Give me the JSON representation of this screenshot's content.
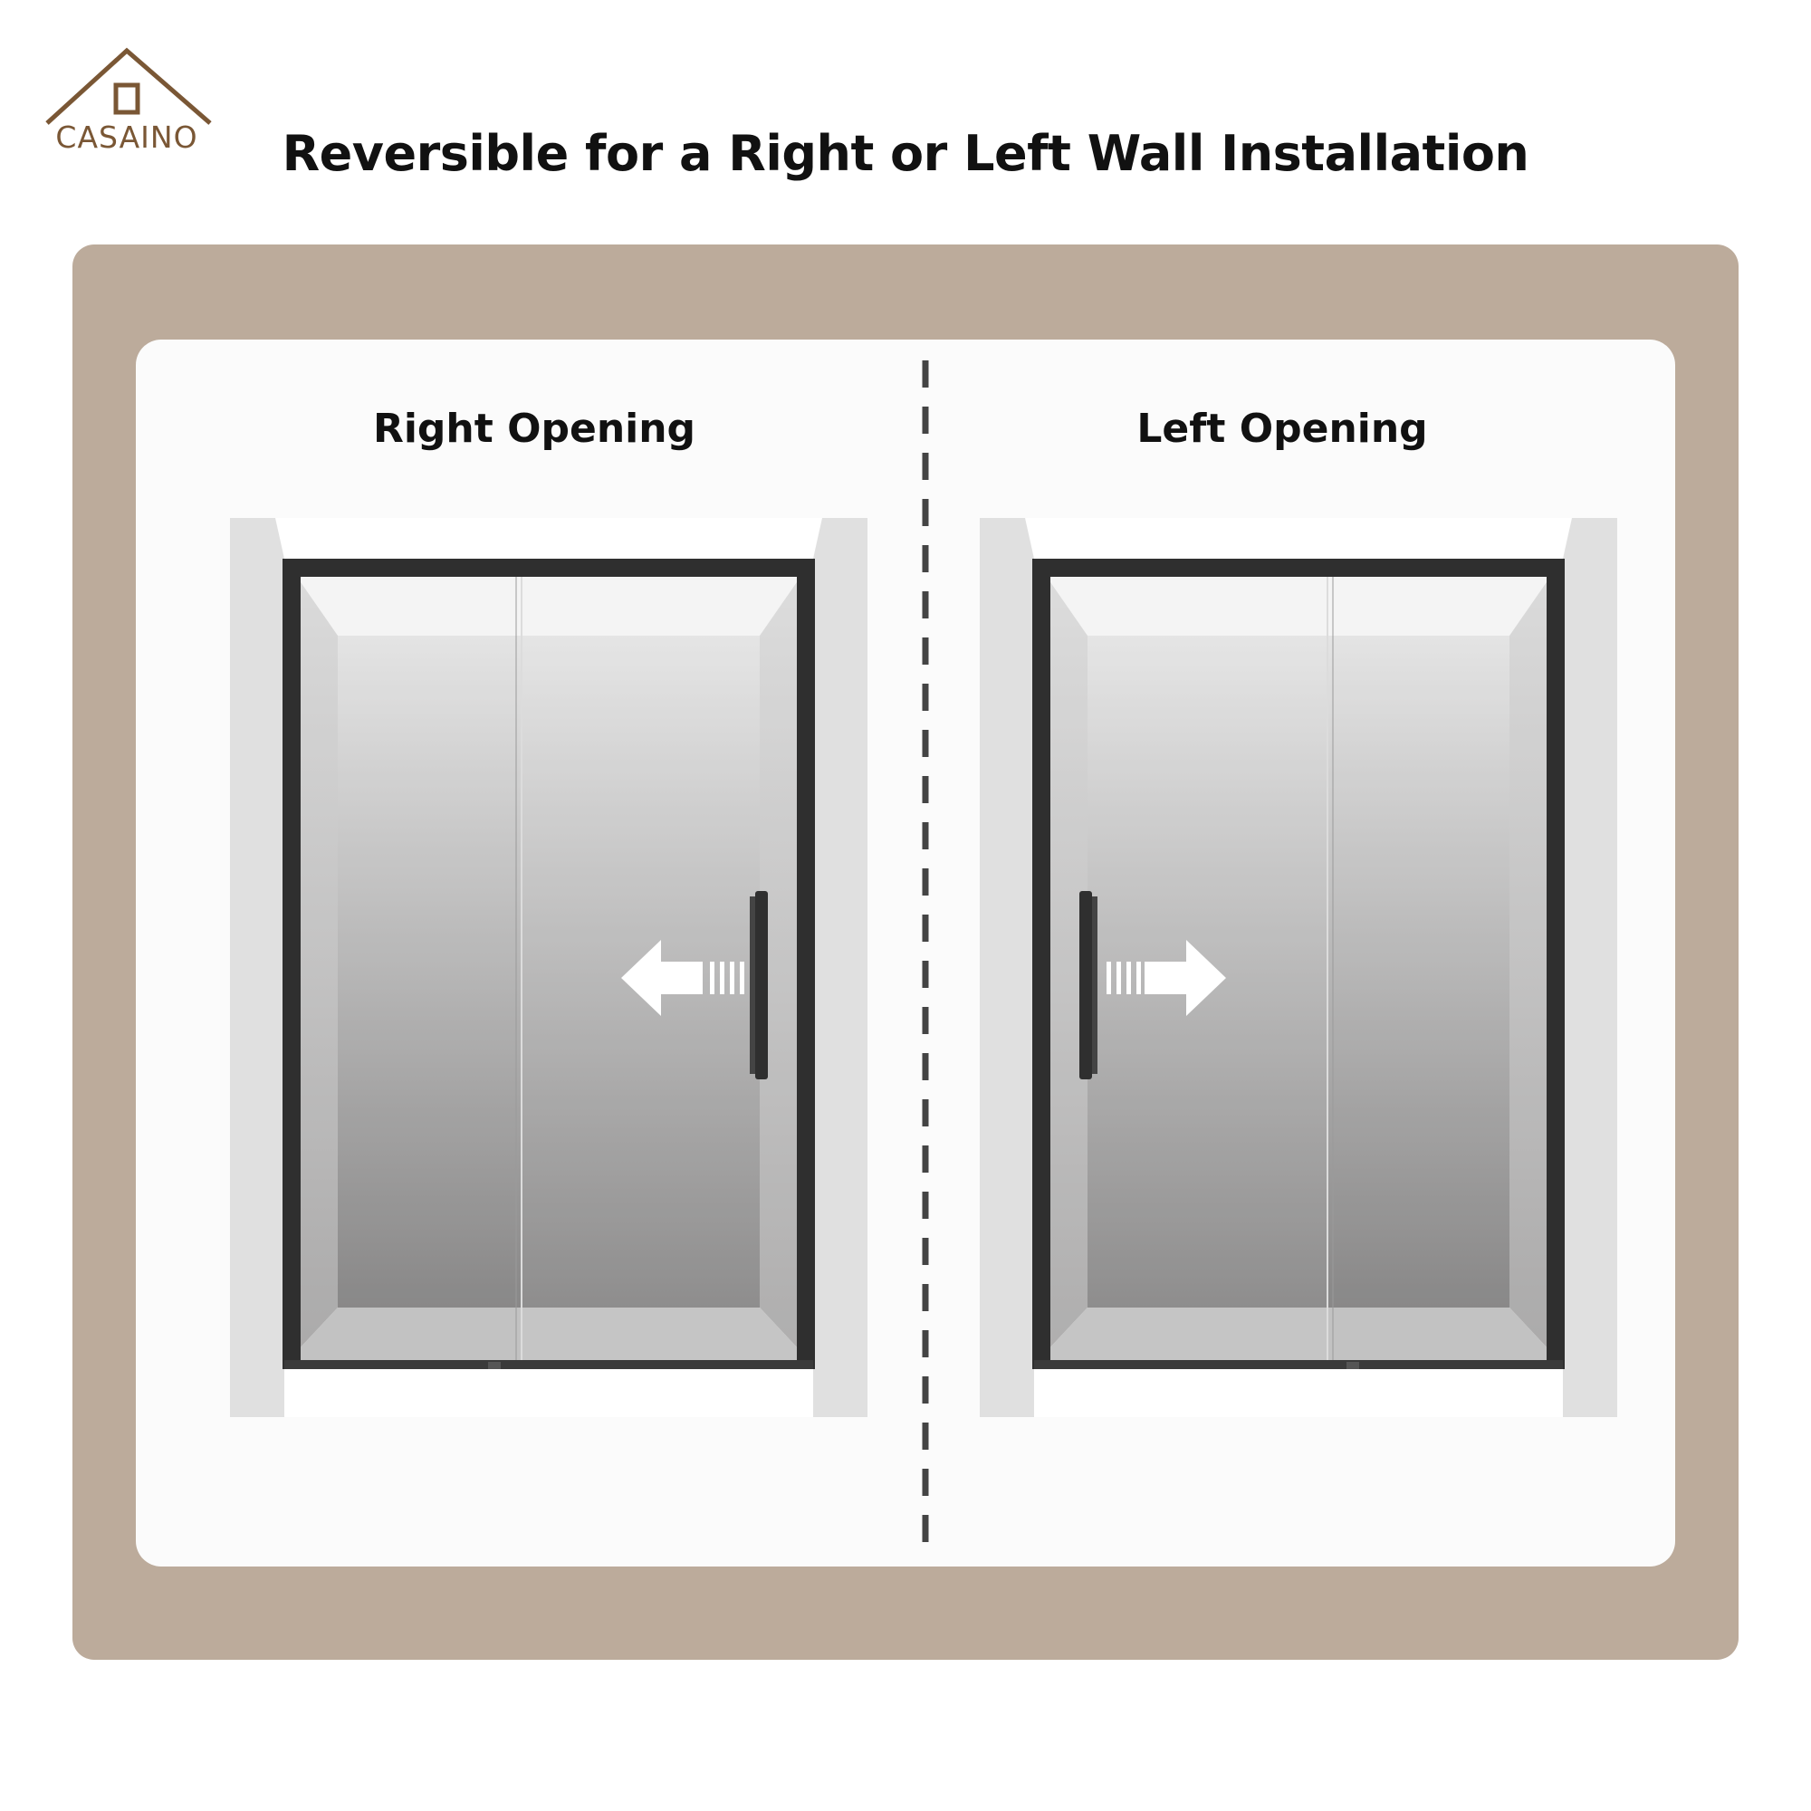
{
  "brand": {
    "name": "CASAINO",
    "color": "#7a5735"
  },
  "headline": "Reversible for a Right or Left Wall Installation",
  "panels": [
    {
      "title": "Right Opening",
      "arrow": "left-arrow-icon"
    },
    {
      "title": "Left Opening",
      "arrow": "right-arrow-icon"
    }
  ],
  "colors": {
    "frame": "#bcab9b",
    "card": "#fbfbfb",
    "door_frame": "#2f2f2f",
    "divider": "#444444"
  }
}
